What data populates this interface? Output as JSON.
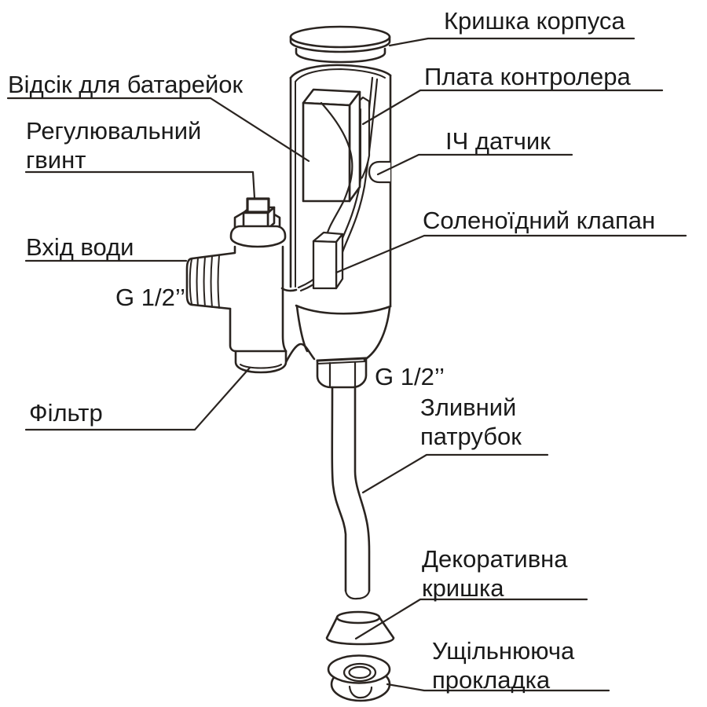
{
  "diagram": {
    "type": "exploded technical diagram of an automatic sensor flush valve",
    "language": "Ukrainian",
    "colors": {
      "background": "#ffffff",
      "line": "#2a2420",
      "text": "#1a1a1a"
    },
    "labels": {
      "cap": "Кришка корпуса",
      "controller_board": "Плата контролера",
      "ir_sensor": "ІЧ датчик",
      "solenoid_valve": "Соленоїдний клапан",
      "battery_compartment": "Відсік для батарейок",
      "adjustment_screw": "Регулювальний\nгвинт",
      "water_inlet": "Вхід води",
      "inlet_thread": "G 1/2’’",
      "filter": "Фільтр",
      "outlet_thread": "G 1/2’’",
      "drain_pipe": "Зливний\nпатрубок",
      "decorative_cover": "Декоративна\nкришка",
      "sealing_gasket": "Ущільнююча\nпрокладка"
    }
  }
}
